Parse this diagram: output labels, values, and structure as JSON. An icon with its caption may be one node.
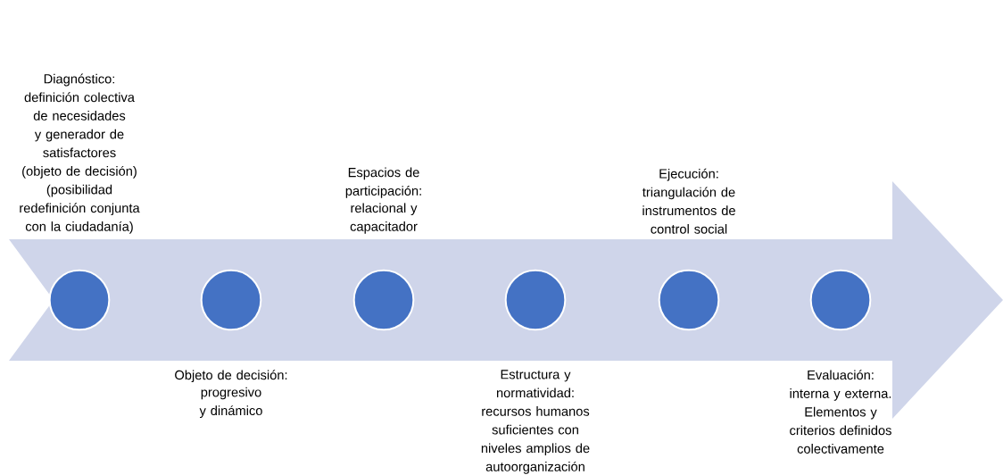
{
  "diagram": {
    "nodes": [
      {
        "text": [],
        "shape": "circle",
        "beside": [
          "Diagnóstico: definición colectiva de necesidades y generador de satisfactores (objeto de decisión) (posibilidad redefinición conjunta con la ciudadanía)"
        ]
      },
      {
        "text": [],
        "shape": "circle",
        "beside": [
          "Objeto de decisión:",
          "progresivo y dinámico"
        ]
      },
      {
        "text": [],
        "shape": "circle",
        "beside": [
          "Espacios de participación:",
          "relacional y capacitador"
        ]
      },
      {
        "text": [],
        "shape": "circle",
        "beside": [
          "Estructura y normatividad: recursos humanos suficientes con niveles amplios de autoorganización"
        ]
      },
      {
        "text": [],
        "shape": "circle",
        "beside": [
          "Ejecución: triangulación de instrumentos de control social"
        ]
      },
      {
        "text": [],
        "shape": "circle",
        "beside": [
          "Evaluación: interna y externa. Elementos y criterios definidos colectivamente"
        ]
      }
    ]
  }
}
